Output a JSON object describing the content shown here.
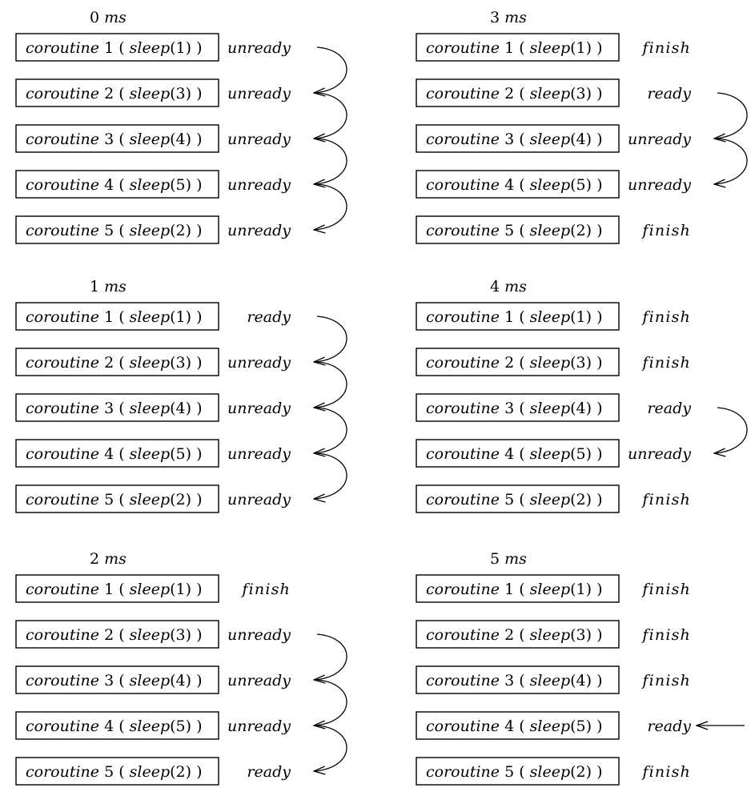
{
  "labels": {
    "coroutine": "coroutine",
    "sleep": "sleep",
    "time_unit": "ms",
    "open_paren": "(",
    "close_paren": ")"
  },
  "coroutines": [
    {
      "id": "1",
      "sleep": "1"
    },
    {
      "id": "2",
      "sleep": "3"
    },
    {
      "id": "3",
      "sleep": "4"
    },
    {
      "id": "4",
      "sleep": "5"
    },
    {
      "id": "5",
      "sleep": "2"
    }
  ],
  "panels": [
    {
      "time": "0",
      "states": [
        "unready",
        "unready",
        "unready",
        "unready",
        "unready"
      ],
      "chain": [
        0,
        1,
        2,
        3,
        4
      ],
      "incoming_arrow": false
    },
    {
      "time": "1",
      "states": [
        "ready",
        "unready",
        "unready",
        "unready",
        "unready"
      ],
      "chain": [
        0,
        1,
        2,
        3,
        4
      ],
      "incoming_arrow": false
    },
    {
      "time": "2",
      "states": [
        "finish",
        "unready",
        "unready",
        "unready",
        "ready"
      ],
      "chain": [
        1,
        2,
        3,
        4
      ],
      "incoming_arrow": false
    },
    {
      "time": "3",
      "states": [
        "finish",
        "ready",
        "unready",
        "unready",
        "finish"
      ],
      "chain": [
        1,
        2,
        3
      ],
      "incoming_arrow": false
    },
    {
      "time": "4",
      "states": [
        "finish",
        "finish",
        "ready",
        "unready",
        "finish"
      ],
      "chain": [
        2,
        3
      ],
      "incoming_arrow": false
    },
    {
      "time": "5",
      "states": [
        "finish",
        "finish",
        "finish",
        "ready",
        "finish"
      ],
      "chain": [],
      "incoming_arrow": true
    }
  ]
}
